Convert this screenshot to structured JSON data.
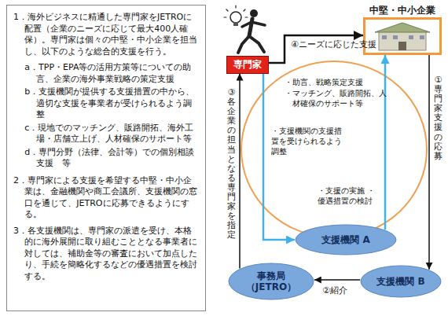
{
  "diagram": {
    "nodes": [
      {
        "text": [
          "1．海外ビジネスに精通した専門家をJETROに配置（企業のニーズに応じて最大400人確保）。専門家は個々の中堅・中小企業を担当し、以下のような総合的支援を行う。",
          "a．TPP・EPA等の活用方策等についての助言、企業の海外事業戦略の策定支援",
          "b．支援機関が提供する支援措置の中から、適切な支援を事業者が受けられるよう調整",
          "c．現地でのマッチング、販路開拓、海外工場・店舗立上げ、人材確保のサポート等",
          "d．専門分野（法律、会計等）での個別相談支援　等",
          "2．専門家による支援を希望する中堅・中小企業は、金融機関や商工会議所、支援機関の窓口を通じて、JETROに応募できるようにする。",
          "3．各支援機関は、専門家の派遣を受け、本格的に海外展開に取り組むこととなる事業者に対しては、補助金等の審査において加点したり、手続を簡略化するなどの優遇措置を検討する。"
        ]
      },
      {
        "text": [
          "専門家"
        ]
      },
      {
        "text": [
          "中堅・中小企業"
        ]
      },
      {
        "text": [
          "支援機関 A"
        ]
      },
      {
        "text": [
          "事務局 （JETRO）"
        ]
      },
      {
        "text": [
          "支援機関 B"
        ]
      }
    ],
    "edges": [
      {
        "from": 2,
        "to": 5,
        "arrow": "to",
        "label": "①専門家支援の応募"
      },
      {
        "from": 5,
        "to": 4,
        "arrow": "to",
        "label": "②紹介"
      },
      {
        "from": 4,
        "to": 1,
        "arrow": "to",
        "label": "③各企業の担当となる専門家を指定"
      },
      {
        "from": 1,
        "to": 2,
        "arrow": "to",
        "label": "④ニーズに応じた支援"
      },
      {
        "from": 1,
        "to": 3,
        "arrow": "to",
        "label": "・支援機関の支援措置を受けられるよう調整"
      },
      {
        "from": 3,
        "to": 2,
        "arrow": "to",
        "label": "・支援の実施 ・優遇措置の検討"
      }
    ],
    "labels": [
      "・助言、戦略策定支援",
      "・マッチング、販路開拓、人材確保のサポート等"
    ]
  }
}
